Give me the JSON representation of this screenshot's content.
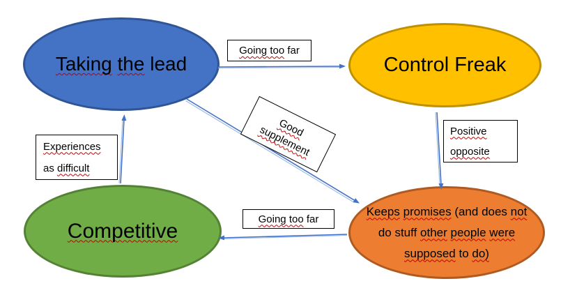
{
  "colors": {
    "arrow": "#4472C4",
    "arrow_halo": "#9CB9E6",
    "squiggle": "#C00000",
    "label_box_fill": "#FFFFFF",
    "label_box_border": "#000000",
    "background": "#FFFFFF"
  },
  "nodes": {
    "taking_the_lead": {
      "text": "Taking the lead",
      "fill": "#4472C4",
      "border": "#2F5597",
      "segments": [
        {
          "t": "Taking",
          "w": true
        },
        {
          "t": " "
        },
        {
          "t": "the",
          "w": true
        },
        {
          "t": " lead"
        }
      ]
    },
    "control_freak": {
      "text": "Control Freak",
      "fill": "#FFC000",
      "border": "#BF9000",
      "segments": [
        {
          "t": "Control Freak"
        }
      ]
    },
    "competitive": {
      "text": "Competitive",
      "fill": "#70AD47",
      "border": "#548235",
      "segments": [
        {
          "t": "Competitive",
          "w": true
        }
      ]
    },
    "keeps_promises": {
      "text": "Keeps promises (and does not do stuff other people were supposed to do)",
      "fill": "#ED7D31",
      "border": "#AE5A21",
      "segments": [
        {
          "t": "Keeps",
          "w": true
        },
        {
          "t": " "
        },
        {
          "t": "promises",
          "w": true
        },
        {
          "t": " (and does "
        },
        {
          "t": "not",
          "w": true
        },
        {
          "br": true
        },
        {
          "t": "do stuff "
        },
        {
          "t": "other",
          "w": true
        },
        {
          "t": " "
        },
        {
          "t": "people",
          "w": true
        },
        {
          "t": " "
        },
        {
          "t": "were",
          "w": true
        },
        {
          "br": true
        },
        {
          "t": "supposed",
          "w": true
        },
        {
          "t": " to "
        },
        {
          "t": "do)",
          "w": true
        }
      ]
    }
  },
  "edge_labels": {
    "going_too_far_top": {
      "text": "Going too far",
      "segments": [
        {
          "t": "Going too",
          "w": true
        },
        {
          "t": " far"
        }
      ]
    },
    "good_supplement": {
      "text": "Good supplement",
      "segments": [
        {
          "t": "Good",
          "w": true
        },
        {
          "br": true
        },
        {
          "t": "supplement",
          "w": true
        }
      ]
    },
    "positive_opposite": {
      "text": "Positive opposite",
      "segments": [
        {
          "t": "Positive",
          "w": true
        },
        {
          "br": true
        },
        {
          "t": "opposite",
          "w": true
        }
      ]
    },
    "experiences_as_difficult": {
      "text": "Experiences as difficult",
      "segments": [
        {
          "t": "Experiences",
          "w": true
        },
        {
          "br": true
        },
        {
          "t": "as "
        },
        {
          "t": "difficult",
          "w": true
        }
      ]
    },
    "going_too_far_bottom": {
      "text": "Going too far",
      "segments": [
        {
          "t": "Going too",
          "w": true
        },
        {
          "t": " far"
        }
      ]
    }
  },
  "edges": [
    {
      "from": "taking_the_lead",
      "to": "control_freak",
      "label": "Going too far"
    },
    {
      "from": "control_freak",
      "to": "keeps_promises",
      "label": "Positive opposite"
    },
    {
      "from": "taking_the_lead",
      "to": "keeps_promises",
      "label": "Good supplement"
    },
    {
      "from": "keeps_promises",
      "to": "competitive",
      "label": "Going too far"
    },
    {
      "from": "competitive",
      "to": "taking_the_lead",
      "label": "Experiences as difficult"
    }
  ]
}
